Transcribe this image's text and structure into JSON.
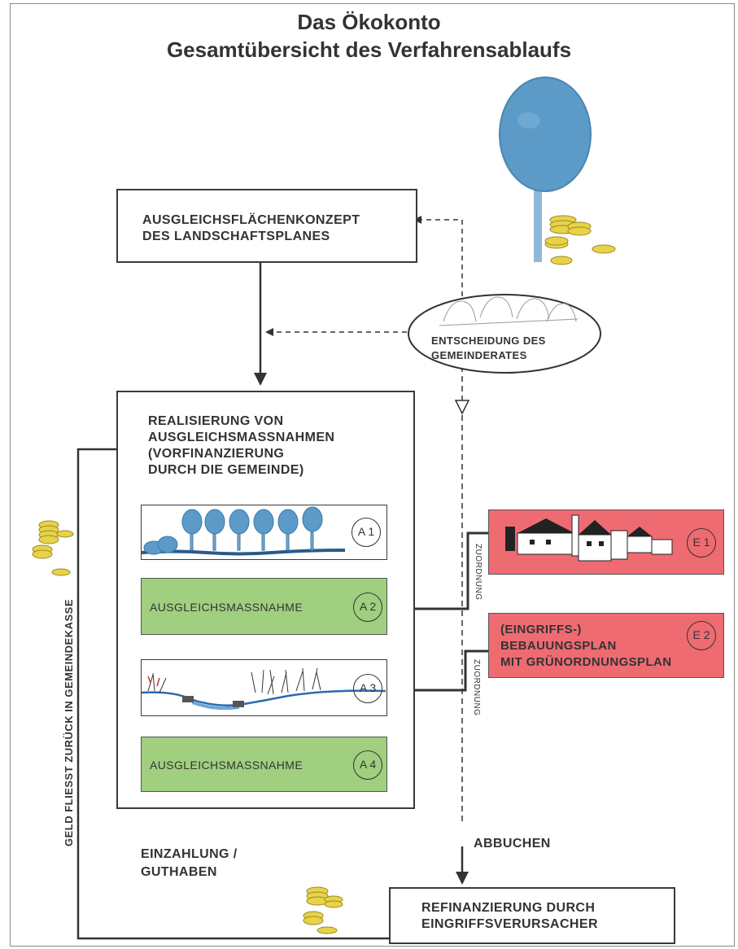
{
  "title": {
    "line1": "Das Ökokonto",
    "line2": "Gesamtübersicht des Verfahrensablaufs"
  },
  "concept_box": {
    "line1": "AUSGLEICHSFLÄCHENKONZEPT",
    "line2": "DES LANDSCHAFTSPLANES"
  },
  "council": {
    "line1": "ENTSCHEIDUNG DES",
    "line2": "GEMEINDERATES"
  },
  "realization": {
    "line1": "REALISIERUNG VON",
    "line2": "AUSGLEICHSMASSNAHMEN",
    "line3": "(VORFINANZIERUNG",
    "line4": "DURCH DIE GEMEINDE)"
  },
  "measures": [
    {
      "id": "A 1",
      "label": ""
    },
    {
      "id": "A 2",
      "label": "AUSGLEICHSMASSNAHME"
    },
    {
      "id": "A 3",
      "label": ""
    },
    {
      "id": "A 4",
      "label": "AUSGLEICHSMASSNAHME"
    }
  ],
  "interventions": [
    {
      "id": "E 1",
      "label_lines": []
    },
    {
      "id": "E 2",
      "label_lines": [
        "(EINGRIFFS-)",
        "BEBAUUNGSPLAN",
        "MIT GRÜNORDNUNGSPLAN"
      ]
    }
  ],
  "assignment_label": "ZUORDNUNG",
  "money_back_label": "GELD FLIESST ZURÜCK IN GEMEINDEKASSE",
  "deposit": {
    "line1": "EINZAHLUNG /",
    "line2": "GUTHABEN"
  },
  "debit_label": "ABBUCHEN",
  "refinancing": {
    "line1": "REFINANZIERUNG DURCH",
    "line2": "EINGRIFFSVERURSACHER"
  },
  "colors": {
    "green": "#9fcf7f",
    "red": "#ef6b72",
    "tree_blue": "#5c9bc7",
    "coin_gold": "#e8d24a"
  }
}
